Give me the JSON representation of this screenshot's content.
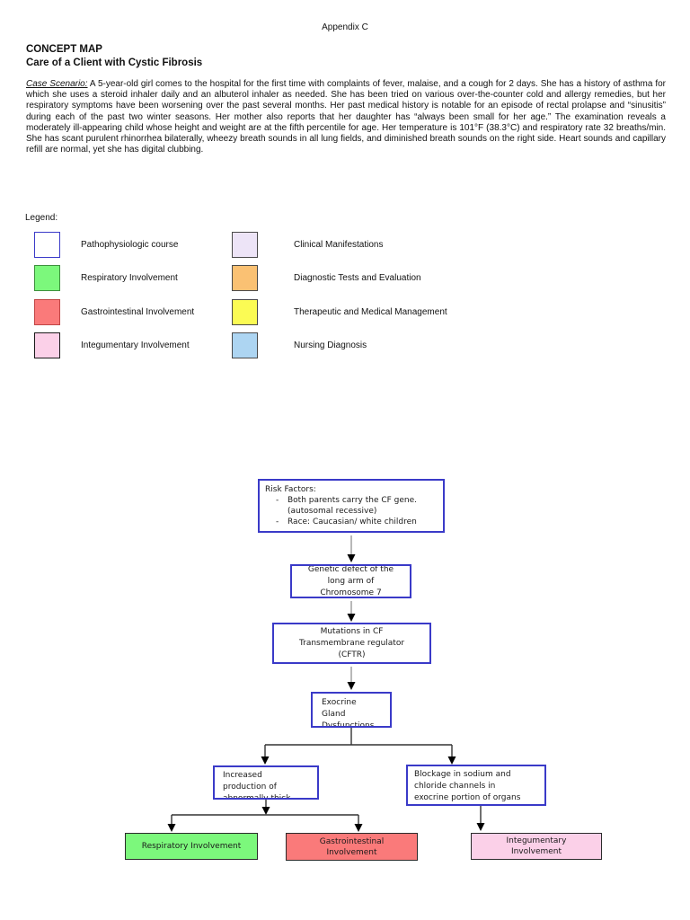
{
  "header": {
    "appendix": "Appendix C"
  },
  "titles": {
    "line1": "CONCEPT MAP",
    "line2": "Care of a Client with Cystic Fibrosis"
  },
  "scenario": {
    "label": "Case Scenario:",
    "text": " A 5-year-old girl comes to the hospital for the first time with complaints of fever, malaise, and a cough for 2 days. She has a history of asthma for which she uses a steroid inhaler daily and an albuterol inhaler as needed. She has been tried on various over-the-counter cold and allergy remedies, but her respiratory symptoms have been worsening over the past several months. Her past medical history is notable for an episode of rectal prolapse and “sinusitis” during each of the past two winter seasons. Her mother also reports that her daughter has “always been small for her age.” The examination reveals a moderately ill-appearing child whose height and weight are at the fifth percentile for age. Her temperature is 101°F (38.3°C) and respiratory rate 32 breaths/min. She has scant purulent rhinorrhea bilaterally, wheezy breath sounds in all lung fields, and diminished breath sounds on the right side. Heart sounds and capillary refill are normal, yet she has digital clubbing."
  },
  "legend": {
    "label": "Legend:",
    "items": [
      {
        "label": "Pathophysiologic course",
        "fill": "#FFFFFF",
        "border": "#3A3AC8"
      },
      {
        "label": "Respiratory Involvement",
        "fill": "#7CF87C",
        "border": "#3E8F3E"
      },
      {
        "label": "Gastrointestinal Involvement",
        "fill": "#FA7A7A",
        "border": "#C04545"
      },
      {
        "label": "Integumentary Involvement",
        "fill": "#FBD0E8",
        "border": "#1a1a1a"
      },
      {
        "label": "Clinical Manifestations",
        "fill": "#EDE4F7",
        "border": "#4a4a4a"
      },
      {
        "label": "Diagnostic Tests and Evaluation",
        "fill": "#FAC173",
        "border": "#4a4a4a"
      },
      {
        "label": "Therapeutic and Medical Management",
        "fill": "#FBFB54",
        "border": "#4a4a4a"
      },
      {
        "label": "Nursing Diagnosis",
        "fill": "#ADD5F2",
        "border": "#4a4a4a"
      }
    ]
  },
  "flowchart": {
    "risk": {
      "title": "Risk Factors:",
      "dash": "-",
      "bullets": [
        "Both parents carry the CF gene. (autosomal recessive)",
        "Race: Caucasian/ white children"
      ]
    },
    "genetic": {
      "lines": [
        "Genetic defect of the",
        "long arm of",
        "Chromosome 7"
      ]
    },
    "mutations": {
      "lines": [
        "Mutations in CF",
        "Transmembrane regulator",
        "(CFTR)"
      ]
    },
    "exocrine": {
      "lines": [
        "Exocrine",
        "Gland",
        "Dysfunctions"
      ]
    },
    "increased": {
      "lines": [
        "Increased",
        "production of",
        "abnormally thick"
      ]
    },
    "blockage": {
      "lines": [
        "Blockage in sodium and",
        "chloride channels in",
        "exocrine portion of organs"
      ]
    },
    "respiratory": {
      "lines": [
        "Respiratory Involvement",
        ""
      ],
      "fill": "#7CF87C"
    },
    "gastro": {
      "lines": [
        "Gastrointestinal",
        "Involvement"
      ],
      "fill": "#FA7A7A"
    },
    "integumentary": {
      "lines": [
        "Integumentary",
        "Involvement"
      ],
      "fill": "#FBD0E8"
    }
  },
  "colors": {
    "node_border": "#3A3AC8",
    "stem": "#888888",
    "connector": "#333333",
    "arrowhead": "#000000"
  }
}
